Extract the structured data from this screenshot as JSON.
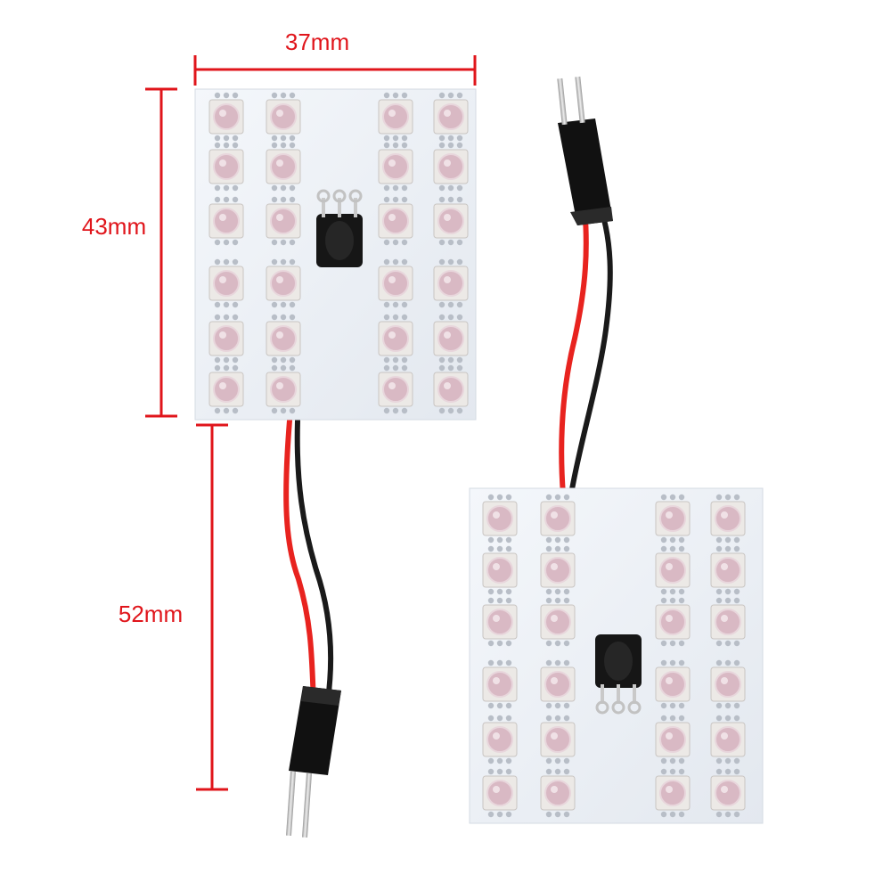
{
  "dimensions": {
    "width_label": "37mm",
    "height_label": "43mm",
    "cable_label": "52mm",
    "color": "#e0151b"
  },
  "boards": [
    {
      "name": "led-board-front",
      "led_rows": 6,
      "led_cols": 4,
      "sensor": "ir-receiver"
    },
    {
      "name": "led-board-back",
      "led_rows": 6,
      "led_cols": 4,
      "sensor": "ir-receiver"
    }
  ],
  "cable_colors": {
    "positive": "#e8231f",
    "negative": "#1a1a1a",
    "connector": "#111111",
    "pins": "#c9c9c9"
  }
}
